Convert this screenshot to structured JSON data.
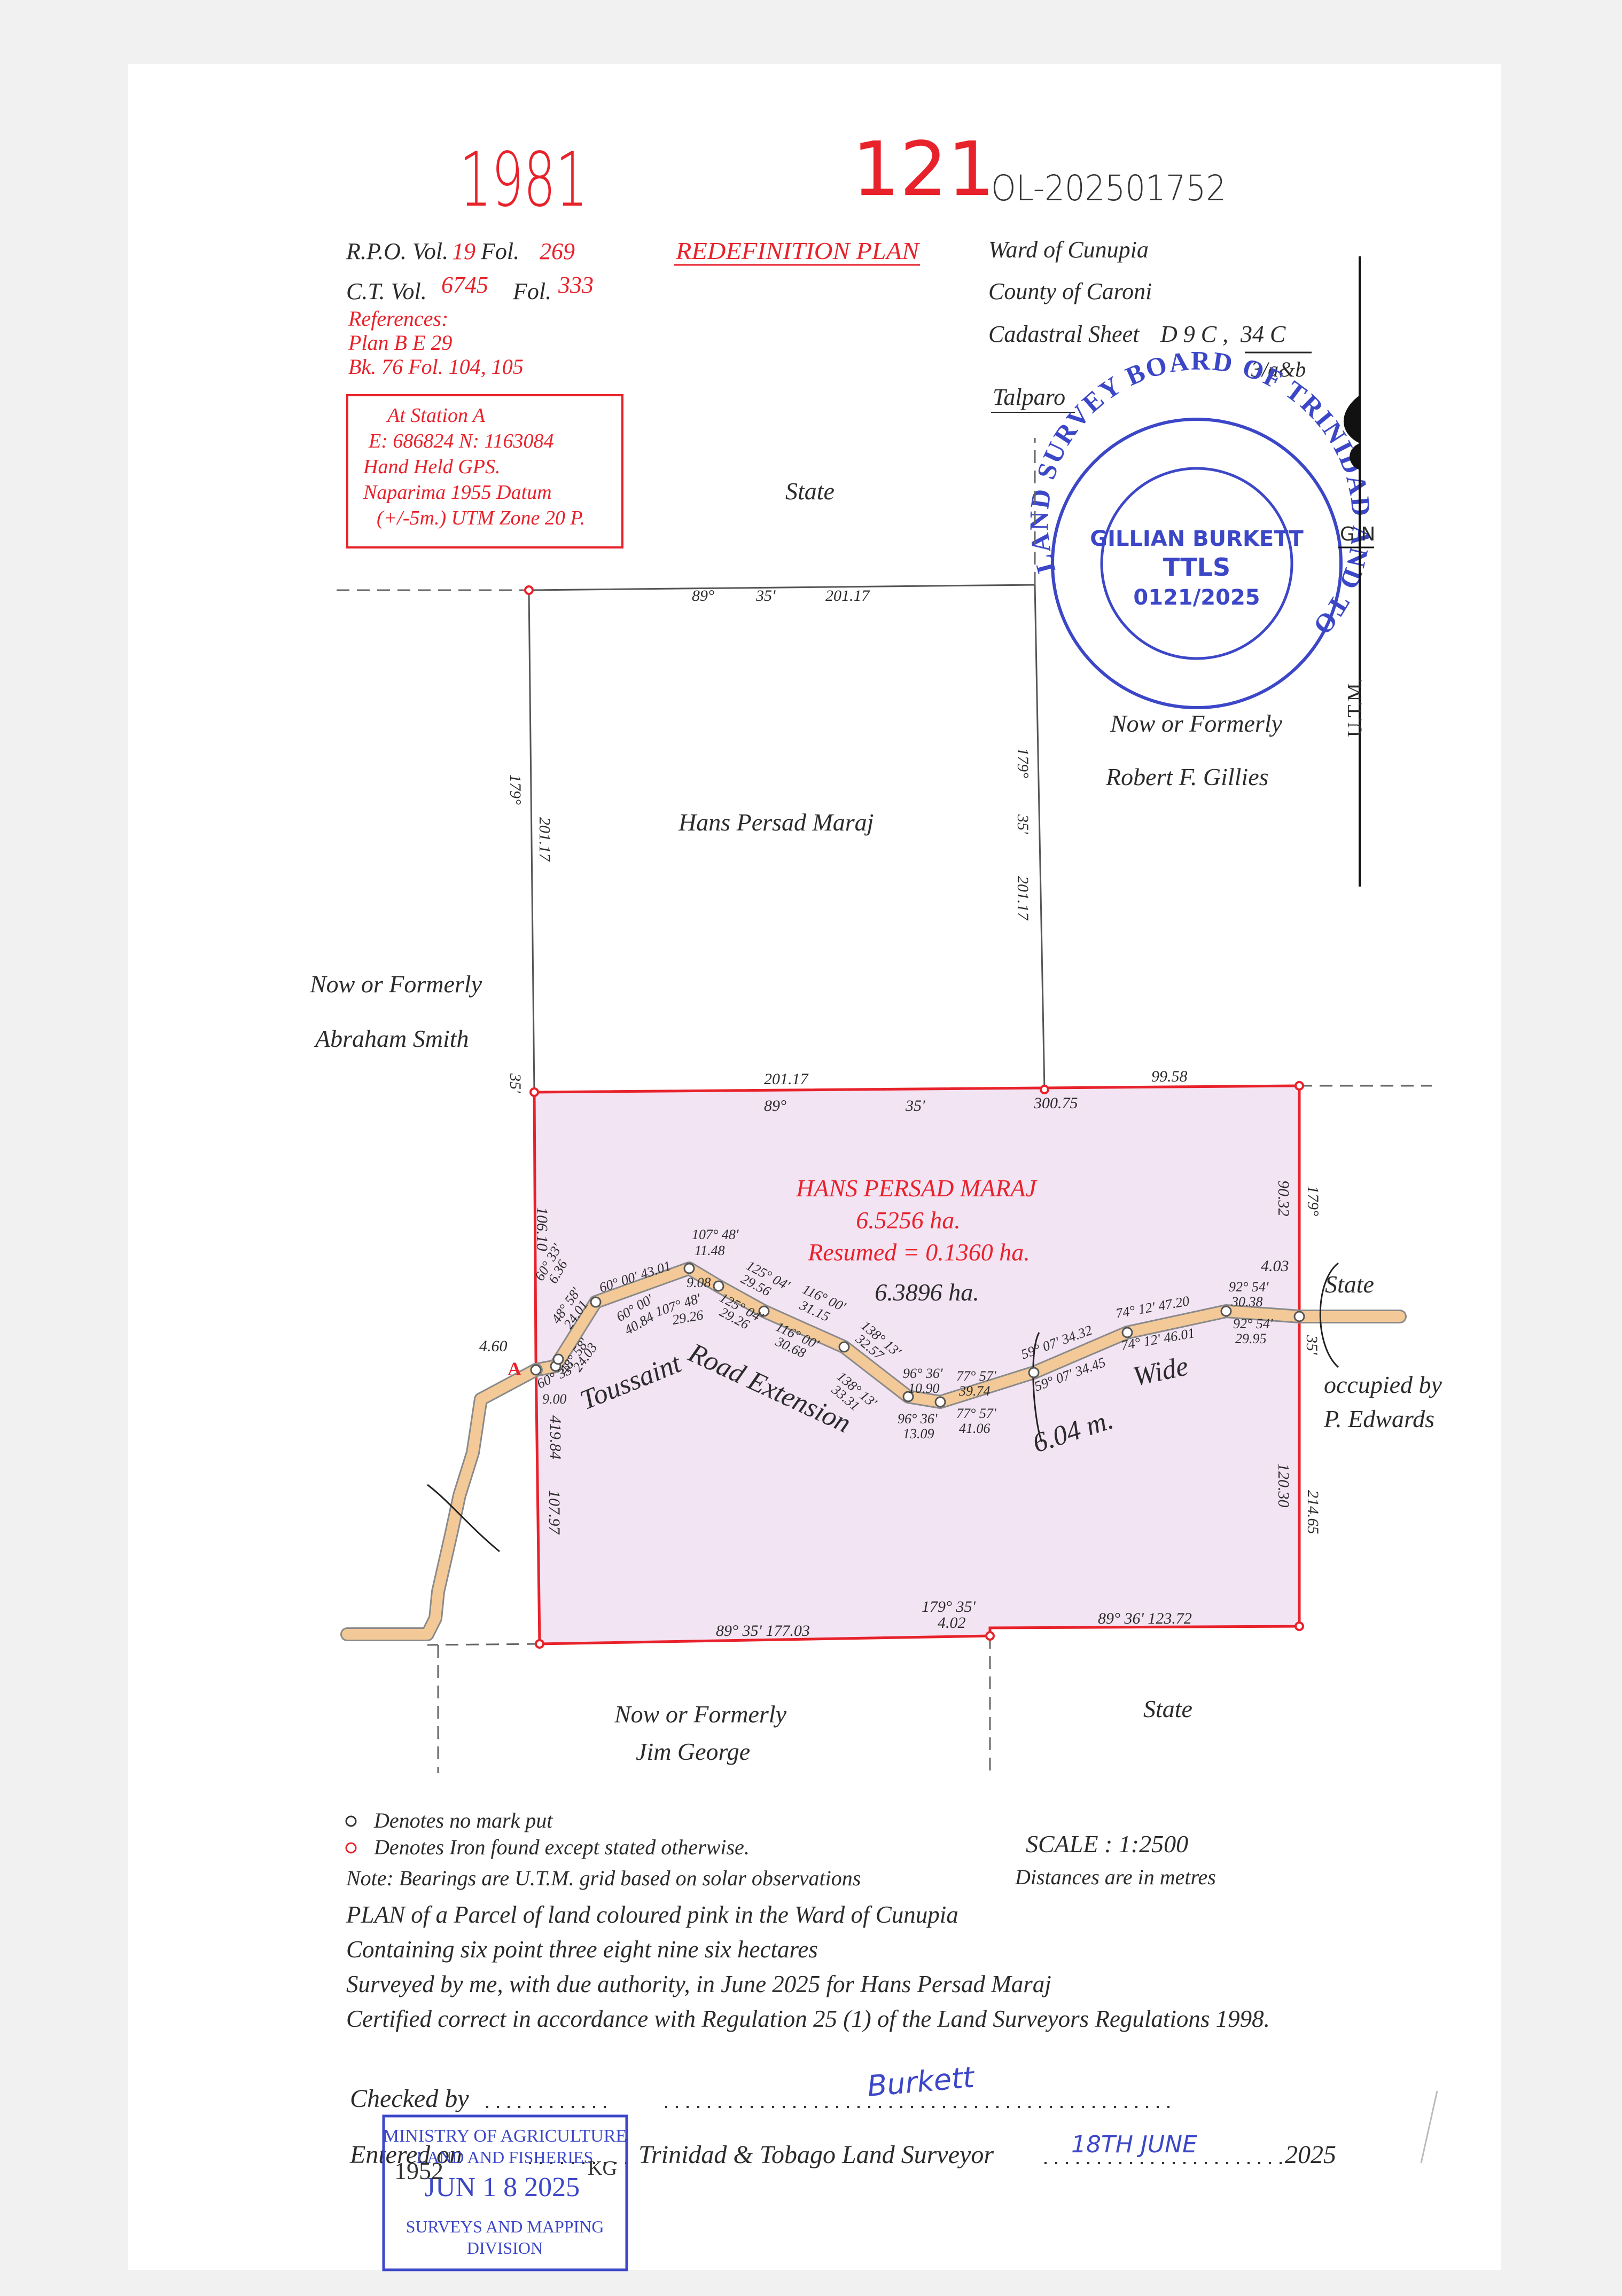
{
  "header": {
    "handwritten_no": "1981",
    "plan_no": "121",
    "reference_code": "OL-202501752",
    "rpo_label": "R.P.O. Vol.",
    "rpo_vol": "19",
    "rpo_fol_label": "Fol.",
    "rpo_fol": "269",
    "ct_label": "C.T. Vol.",
    "ct_vol": "6745",
    "ct_fol_label": "Fol.",
    "ct_fol": "333",
    "references_label": "References:",
    "ref_1": "Plan B E 29",
    "ref_2": "Bk. 76 Fol. 104, 105",
    "plan_type": "REDEFINITION PLAN",
    "ward": "Ward of Cunupia",
    "county": "County of Caroni",
    "cadastral_label": "Cadastral Sheet",
    "cadastral_sheet": "D 9 C ,",
    "cadastral_sheet_2": "34 C",
    "cadastral_sheet_3": "3/a&b",
    "locality": "Talparo"
  },
  "station_box": {
    "line1": "At Station  A",
    "line2": "E: 686824  N: 1163084",
    "line3": "Hand Held GPS.",
    "line4": "Naparima 1955 Datum",
    "line5": "(+/-5m.) UTM  Zone  20 P."
  },
  "seal": {
    "ring_text": "LAND SURVEY BOARD OF TRINIDAD AND TOBAGO",
    "name": "GILLIAN BURKETT",
    "title": "TTLS",
    "number": "0121/2025"
  },
  "north": {
    "gn": "G N",
    "utm": "U.T.M."
  },
  "labels": {
    "state_top": "State",
    "owner_north_parcel": "Hans Persad Maraj",
    "now_formerly_1": "Now or Formerly",
    "robert": "Robert F. Gillies",
    "now_formerly_2": "Now or Formerly",
    "abraham": "Abraham Smith",
    "parcel_owner": "HANS PERSAD MARAJ",
    "parcel_area": "6.5256 ha.",
    "parcel_resumed": "Resumed = 0.1360 ha.",
    "parcel_net": "6.3896 ha.",
    "road_1": "Toussaint",
    "road_2": "Road Extension",
    "road_width": "6.04 m.",
    "road_wide": "Wide",
    "state_east": "State",
    "occupied_1": "occupied by",
    "occupied_2": "P. Edwards",
    "now_formerly_3": "Now or Formerly",
    "jim": "Jim George",
    "state_south": "State",
    "station_a": "A"
  },
  "dims": {
    "north_top_bearing": "89°",
    "north_top_min": "35'",
    "north_top_dist": "201.17",
    "west_upper_bearing": "179°",
    "west_upper_dist": "201.17",
    "east_upper_bearing": "179°",
    "east_upper_min": "35'",
    "east_upper_dist": "201.17",
    "west_35": "35'",
    "boundary_dist_1": "201.17",
    "boundary_bearing": "89°",
    "boundary_min": "35'",
    "boundary_total": "300.75",
    "boundary_dist_2": "99.58",
    "west_lower_1": "106.10",
    "west_lower_2": "419.84",
    "west_lower_3": "107.97",
    "west_460": "4.60",
    "east_1": "179°",
    "east_2": "90.32",
    "east_3": "4.03",
    "east_35": "35'",
    "east_4": "120.30",
    "east_5": "214.65",
    "south_1": "89° 35' 177.03",
    "south_2a": "179° 35'",
    "south_2b": "4.02",
    "south_3": "89° 36' 123.72",
    "r1": "60° 33'",
    "r2": "6.36",
    "r3": "48° 58'",
    "r4": "24.01",
    "r5": "60° 00' 43.01",
    "r6": "107° 48'",
    "r7": "11.48",
    "r8": "125° 04'",
    "r9": "29.56",
    "r10": "116° 00'",
    "r11": "31.15",
    "r12": "138° 13'",
    "r13": "32.57",
    "r14": "96° 36'",
    "r15": "10.90",
    "r16": "77° 57'",
    "r17": "39.74",
    "r18": "59° 07' 34.32",
    "r19": "74° 12' 47.20",
    "r20": "92° 54'",
    "r21": "30.38",
    "s1": "60° 33'",
    "s2": "9.00",
    "s3": "48° 58'",
    "s4": "24.03",
    "s5": "60° 00'",
    "s6": "40.84",
    "s7": "107° 48'",
    "s8": "29.26",
    "s9": "9.08",
    "s10": "125° 04'",
    "s11": "29.26",
    "s12": "116° 00'",
    "s13": "30.68",
    "s14": "138° 13'",
    "s15": "33.31",
    "s16": "96° 36'",
    "s17": "13.09",
    "s18": "77° 57'",
    "s19": "41.06",
    "s20": "59° 07' 34.45",
    "s21": "74° 12' 46.01",
    "s22": "92° 54'",
    "s23": "29.95"
  },
  "legend": {
    "no_mark": "Denotes no mark put",
    "iron_found": "Denotes Iron found except stated otherwise.",
    "scale": "SCALE : 1:2500",
    "note": "Note: Bearings are U.T.M. grid based on solar observations",
    "distances": "Distances are in metres"
  },
  "certification": {
    "line1": "PLAN of a Parcel of land coloured pink in the Ward of Cunupia",
    "line2": "Containing six point three eight nine six hectares",
    "line3": "Surveyed by me, with due authority, in June 2025 for Hans Persad Maraj",
    "line4": "Certified correct in accordance with Regulation 25 (1) of the Land Surveyors Regulations 1998."
  },
  "footer": {
    "checked_by": "Checked by",
    "entered_on": "Entered on",
    "surveyor_label": "Trinidad & Tobago  Land Surveyor",
    "date_hand": "18TH  JUNE",
    "year": "2025",
    "signature": "Burkett"
  },
  "ministry_stamp": {
    "line1": "MINISTRY OF AGRICULTURE",
    "line2": "LAND AND FISHERIES",
    "line3": "JUN 1 8 2025",
    "line4": "SURVEYS AND MAPPING",
    "line5": "DIVISION",
    "hand_1": "1952",
    "hand_2": "KG"
  },
  "colors": {
    "pink_fill": "#f3e4f4",
    "red": "#e8222b",
    "road": "#f4c998",
    "blue": "#3c47c8"
  }
}
